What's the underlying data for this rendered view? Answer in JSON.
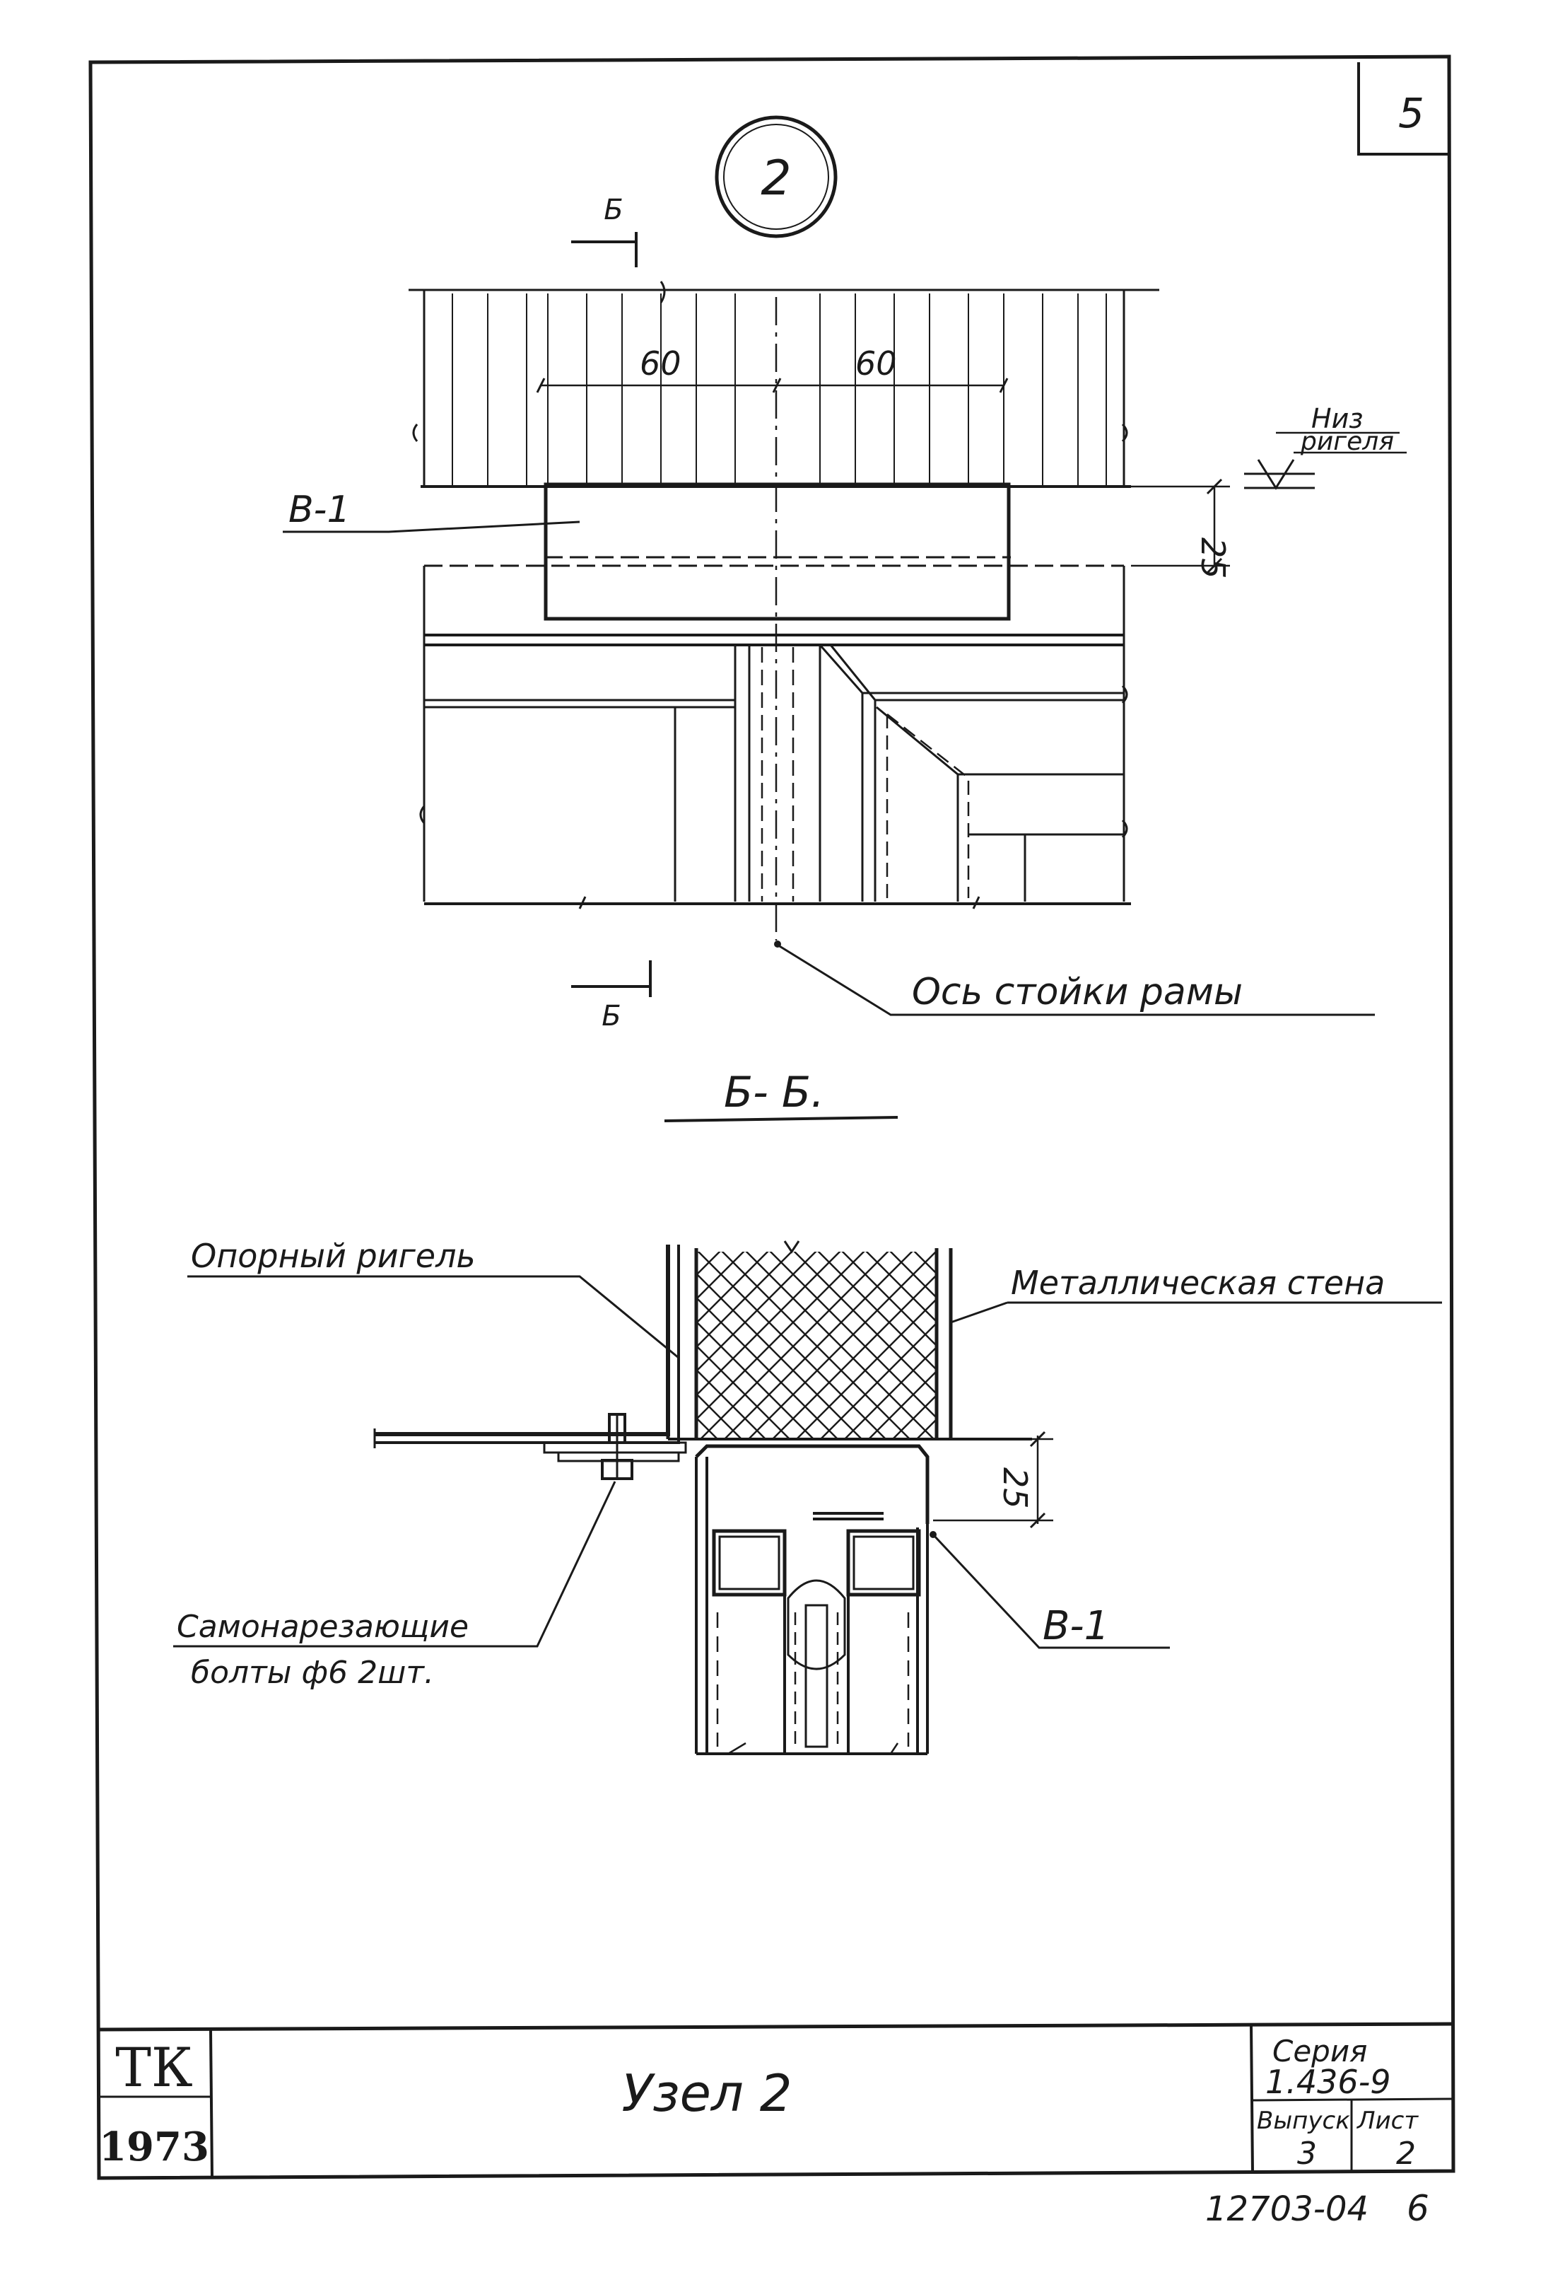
{
  "sheet": {
    "number": "5",
    "node_mark": "2",
    "section_title": "Б- Б.",
    "section_mark_top": "Б",
    "section_mark_bottom": "Б"
  },
  "plan_view": {
    "dim_left": "60",
    "dim_right": "60",
    "dim_depth": "25",
    "label_b1": "В-1",
    "label_niz_line1": "Низ",
    "label_niz_line2": "ригеля",
    "label_axis": "Ось стойки рамы"
  },
  "section_view": {
    "label_support": "Опорный ригель",
    "label_wall": "Металлическая стена",
    "label_bolts_line1": "Самонарезающие",
    "label_bolts_line2": "болты ф6 2шт.",
    "label_b1": "В-1",
    "dim_depth": "25"
  },
  "title_block": {
    "org": "ТК",
    "year": "1973",
    "title": "Узел 2",
    "series_label": "Серия",
    "series_value": "1.436-9",
    "issue_label": "Выпуск",
    "issue_value": "3",
    "sheet_label": "Лист",
    "sheet_value": "2",
    "inventory": "12703-04",
    "inventory_sheet": "6"
  }
}
